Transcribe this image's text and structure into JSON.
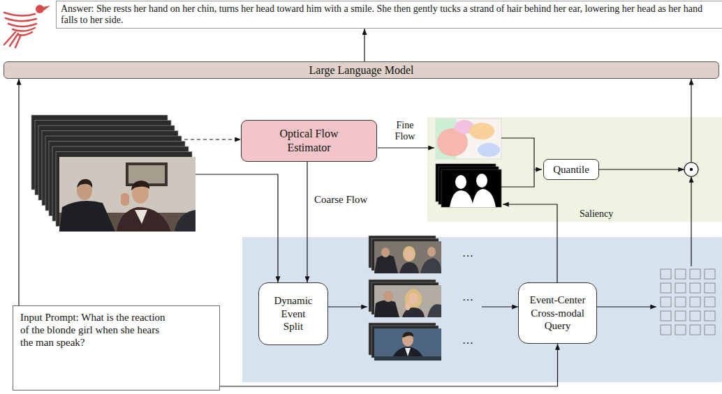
{
  "diagram": {
    "nodes": [
      {
        "text": [
          "Answer: She rests her hand on her chin, turns her head toward him with a smile. She then gently tucks a strand of hair behind her ear, lowering her head as her hand falls to her side."
        ]
      },
      {
        "text": [
          "Large Language Model"
        ]
      },
      {
        "text": [
          "Optical Flow Estimator"
        ]
      },
      {
        "text": [
          "Quantile"
        ]
      },
      {
        "text": [
          "Dynamic Event Split"
        ]
      },
      {
        "text": [
          "Event-Center Cross-modal Query"
        ]
      },
      {
        "text": [
          "Input Prompt: What is the reaction of the blonde girl when she hears the man speak?"
        ]
      }
    ],
    "edges": [
      {
        "from": 1,
        "to": 0,
        "arrow": "to"
      },
      {
        "from": 2,
        "to": 4,
        "arrow": "to",
        "label": "Coarse Flow"
      },
      {
        "from": 6,
        "to": 1,
        "arrow": "to"
      },
      {
        "from": 6,
        "to": 5,
        "arrow": "to"
      }
    ],
    "labels": [
      "Fine Flow",
      "Saliency",
      "…",
      "…",
      "…"
    ]
  }
}
